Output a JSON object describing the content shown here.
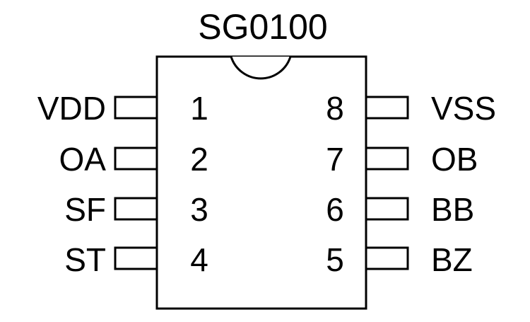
{
  "chip": {
    "title": "SG0100",
    "left_pins": [
      {
        "number": "1",
        "name": "VDD"
      },
      {
        "number": "2",
        "name": "OA"
      },
      {
        "number": "3",
        "name": "SF"
      },
      {
        "number": "4",
        "name": "ST"
      }
    ],
    "right_pins": [
      {
        "number": "8",
        "name": "VSS"
      },
      {
        "number": "7",
        "name": "OB"
      },
      {
        "number": "6",
        "name": "BB"
      },
      {
        "number": "5",
        "name": "BZ"
      }
    ]
  },
  "colors": {
    "stroke": "#000000",
    "background": "#ffffff"
  }
}
